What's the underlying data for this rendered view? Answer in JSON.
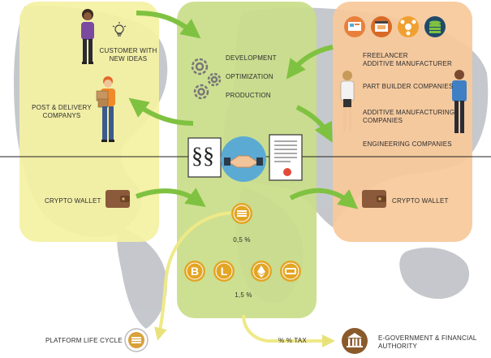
{
  "left_panel": {
    "customer": "CUSTOMER WITH\nNEW IDEAS",
    "post": "POST & DELIVERY\nCOMPANYS",
    "wallet": "CRYPTO WALLET"
  },
  "center_panel": {
    "processes": [
      "DEVELOPMENT",
      "OPTIMIZATION",
      "PRODUCTION"
    ],
    "fee_small": "0,5 %",
    "fee_large": "1,5 %",
    "coins": [
      "bitcoin-icon",
      "litecoin-icon",
      "ethereum-icon",
      "dash-icon"
    ]
  },
  "right_panel": {
    "roles": [
      "FREELANCER\nADDITIVE MANUFACTURER",
      "PART BUILDER COMPANIES",
      "ADDITIVE MANUFACTURING\nCOMPANIES",
      "ENGINEERING COMPANIES"
    ],
    "wallet": "CRYPTO WALLET"
  },
  "contract": {
    "paragraph_symbol": "§§"
  },
  "bottom": {
    "platform": "PLATFORM LIFE CYCLE",
    "tax": "% % TAX",
    "authority": "E-GOVERNMENT & FINANCIAL\nAUTHORITY"
  },
  "colors": {
    "left_panel": "#f4f1a3",
    "center_panel": "#c9de8a",
    "right_panel": "#f8c99a",
    "arrow_green": "#7fc241",
    "arrow_yellow": "#efe988",
    "coin": "#e3a524",
    "map": "#b9bcc2",
    "handshake_circle": "#5aaad4",
    "authority": "#8a5a2b"
  }
}
